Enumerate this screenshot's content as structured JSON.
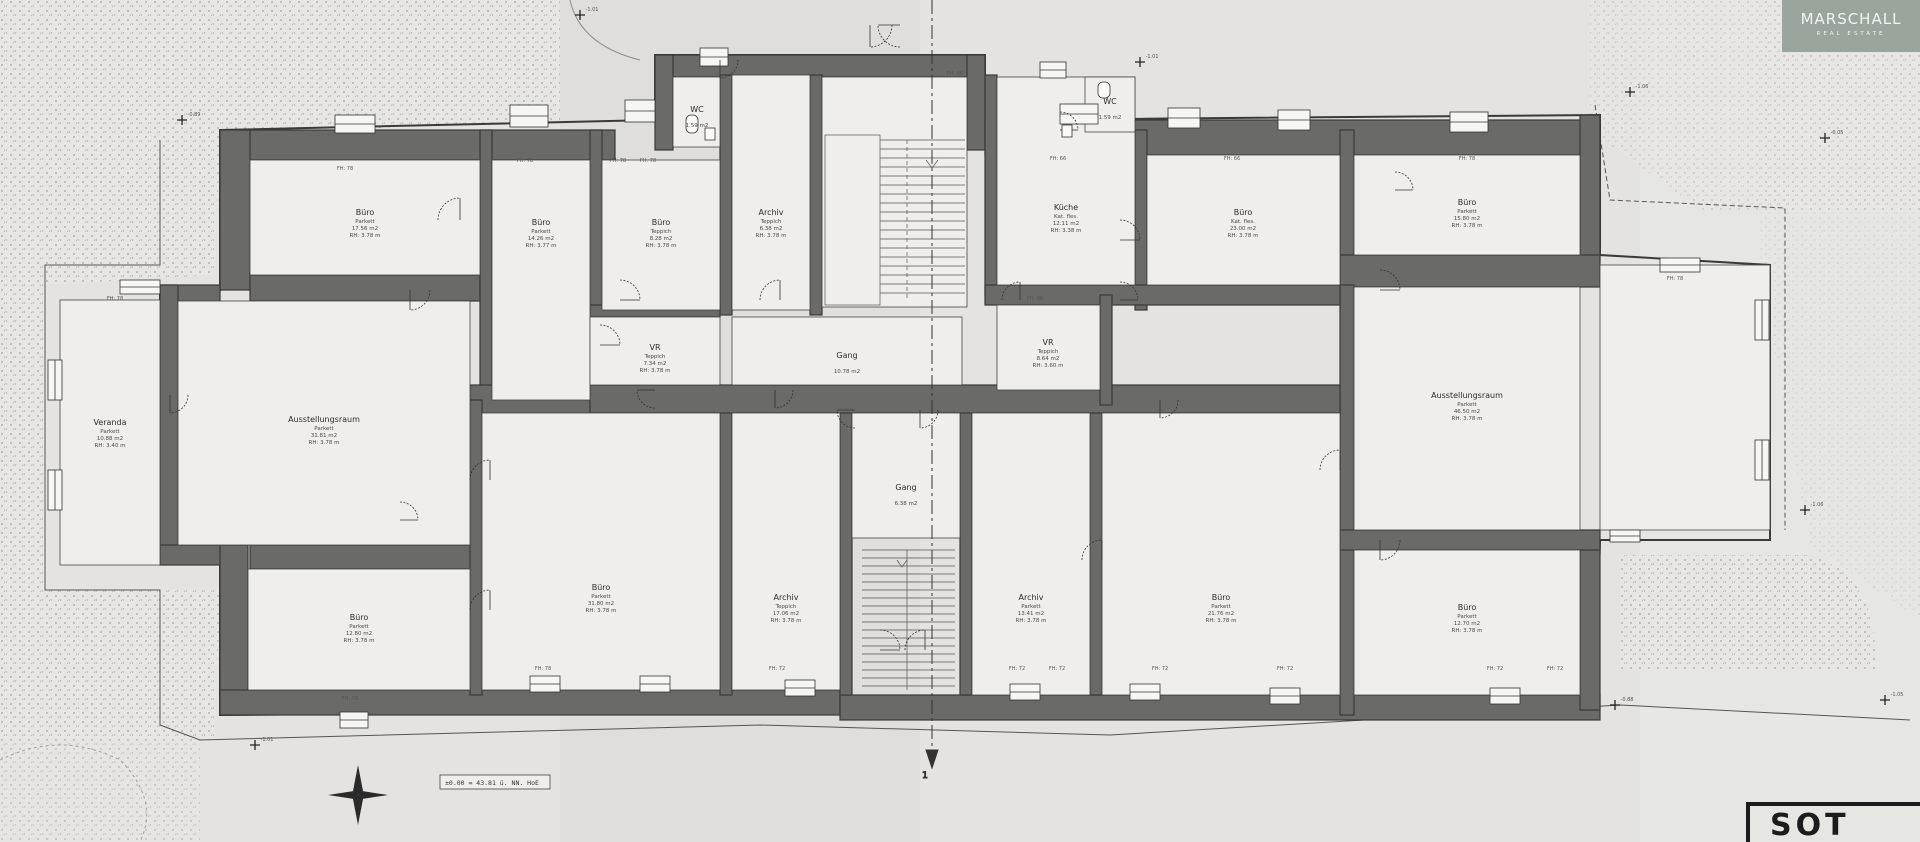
{
  "logo": {
    "main": "MARSCHALL",
    "sub": "REAL ESTATE"
  },
  "corner_text": "SOT",
  "scale_label": "±0.00 = 43.81 ü. NN. HoE",
  "section_marker": "1",
  "rooms": [
    {
      "name": "Veranda",
      "sub": "Parkett",
      "area": "10.88 m2",
      "height": "RH: 3.40 m"
    },
    {
      "name": "Büro",
      "sub": "Parkett",
      "area": "17.56 m2",
      "height": "RH: 3.78 m"
    },
    {
      "name": "Büro",
      "sub": "Parkett",
      "area": "14.26 m2",
      "height": "RH: 3.77 m"
    },
    {
      "name": "Büro",
      "sub": "Teppich",
      "area": "8.28 m2",
      "height": "RH: 3.78 m"
    },
    {
      "name": "Archiv",
      "sub": "Teppich",
      "area": "6.38 m2",
      "height": "RH: 3.78 m"
    },
    {
      "name": "WC",
      "sub": "",
      "area": "1.59 m2",
      "height": ""
    },
    {
      "name": "Ausstellungsraum",
      "sub": "Parkett",
      "area": "31.81 m2",
      "height": "RH: 3.78 m"
    },
    {
      "name": "VR",
      "sub": "Teppich",
      "area": "7.34 m2",
      "height": "RH: 3.78 m"
    },
    {
      "name": "Gang",
      "sub": "",
      "area": "10.78 m2",
      "height": ""
    },
    {
      "name": "Büro",
      "sub": "Parkett",
      "area": "12.80 m2",
      "height": "RH: 3.78 m"
    },
    {
      "name": "Büro",
      "sub": "Parkett",
      "area": "31.80 m2",
      "height": "RH: 3.78 m"
    },
    {
      "name": "Archiv",
      "sub": "Teppich",
      "area": "17.06 m2",
      "height": "RH: 3.78 m"
    },
    {
      "name": "Gang",
      "sub": "",
      "area": "6.38 m2",
      "height": ""
    },
    {
      "name": "Küche",
      "sub": "Kat. fles.",
      "area": "12.11 m2",
      "height": "RH: 3.38 m"
    },
    {
      "name": "WC",
      "sub": "",
      "area": "1.59 m2",
      "height": ""
    },
    {
      "name": "VR",
      "sub": "Teppich",
      "area": "8.64 m2",
      "height": "RH: 3.60 m"
    },
    {
      "name": "Büro",
      "sub": "Kat. fles.",
      "area": "23.00 m2",
      "height": "RH: 3.78 m"
    },
    {
      "name": "Büro",
      "sub": "Parkett",
      "area": "15.80 m2",
      "height": "RH: 3.78 m"
    },
    {
      "name": "Ausstellungsraum",
      "sub": "Parkett",
      "area": "46.50 m2",
      "height": "RH: 3.78 m"
    },
    {
      "name": "Archiv",
      "sub": "Parkett",
      "area": "13.41 m2",
      "height": "RH: 3.78 m"
    },
    {
      "name": "Büro",
      "sub": "Parkett",
      "area": "21.76 m2",
      "height": "RH: 3.78 m"
    },
    {
      "name": "Büro",
      "sub": "Parkett",
      "area": "12.70 m2",
      "height": "RH: 3.78 m"
    }
  ],
  "dims": [
    "FH: 78",
    "FH: 78",
    "FH: 78",
    "FH: 78",
    "FH: 66",
    "FH: 66",
    "FH: 78",
    "FH: 78",
    "FH: 78",
    "FH: 78",
    "FH: 78",
    "FH: 72",
    "FH: 72",
    "FH: 72",
    "FH: 72",
    "FH: 72",
    "FH: 72",
    "FH: 72",
    "FH: 66",
    "FH: 66"
  ],
  "levels": [
    "-1.01",
    "-1.01",
    "-0.89",
    "-0.05",
    "-1.06",
    "-1.01",
    "-0.88",
    "-1.05",
    "-1.06"
  ]
}
